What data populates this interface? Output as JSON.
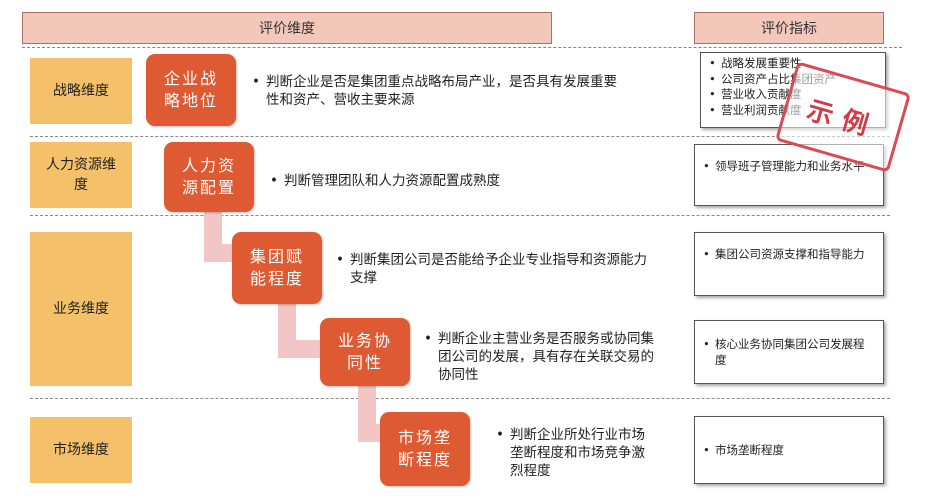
{
  "header": {
    "dimension_title": "评价维度",
    "indicator_title": "评价指标"
  },
  "dimensions": [
    {
      "label": "战略维度"
    },
    {
      "label": "人力资源维度"
    },
    {
      "label": "业务维度"
    },
    {
      "label": "市场维度"
    }
  ],
  "steps": [
    {
      "label": "企业战略地位",
      "description": "判断企业是否是集团重点战略布局产业，是否具有发展重要性和资产、营收主要来源"
    },
    {
      "label": "人力资源配置",
      "description": "判断管理团队和人力资源配置成熟度"
    },
    {
      "label": "集团赋能程度",
      "description": "判断集团公司是否能给予企业专业指导和资源能力支撑"
    },
    {
      "label": "业务协同性",
      "description": "判断企业主营业务是否服务或协同集团公司的发展，具有存在关联交易的协同性"
    },
    {
      "label": "市场垄断程度",
      "description": "判断企业所处行业市场垄断程度和市场竞争激烈程度"
    }
  ],
  "indicators": [
    {
      "items": [
        "战略发展重要性",
        "公司资产占比集团资产",
        "营业收入贡献度",
        "营业利润贡献度"
      ]
    },
    {
      "items": [
        "领导班子管理能力和业务水平"
      ]
    },
    {
      "items": [
        "集团公司资源支撑和指导能力"
      ]
    },
    {
      "items": [
        "核心业务协同集团公司发展程度"
      ]
    },
    {
      "items": [
        "市场垄断程度"
      ]
    }
  ],
  "stamp": {
    "text": "示例"
  }
}
